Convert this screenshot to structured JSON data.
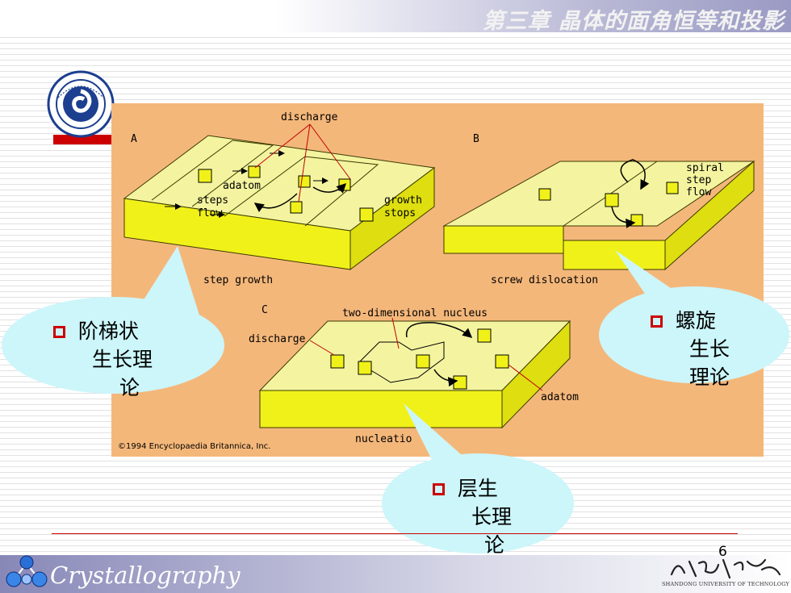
{
  "header": {
    "chapter_title": "第三章 晶体的面角恒等和投影"
  },
  "figure": {
    "panel_a": "A",
    "panel_b": "B",
    "panel_c": "C",
    "discharge_a": "discharge",
    "adatom_a": "adatom",
    "steps": "steps",
    "flow": "flow",
    "growth": "growth",
    "stops": "stops",
    "step_growth": "step growth",
    "spiral": "spiral",
    "step_b": "step",
    "flow_b": "flow",
    "screw_dislocation": "screw dislocation",
    "two_dim_nucleus": "two-dimensional nucleus",
    "discharge_c": "discharge",
    "adatom_c": "adatom",
    "nucleation": "nucleatio",
    "copyright": "©1994 Encyclopaedia Britannica, Inc."
  },
  "bubbles": {
    "left": {
      "line1": "阶梯状",
      "line2": "生长理",
      "line3": "论"
    },
    "right": {
      "line1": "螺旋",
      "line2": "生长",
      "line3": "理论"
    },
    "bottom": {
      "line1": "层生",
      "line2": "长理",
      "line3": "论"
    }
  },
  "footer": {
    "course": "Crystallography",
    "page_number": "6",
    "university": "SHANDONG UNIVERSITY OF TECHNOLOGY"
  },
  "colors": {
    "accent_red": "#cc0000",
    "bubble": "#ccf6fa",
    "figure_bg": "#f4b77a",
    "slab": "#f4f4a0"
  },
  "icons": {
    "logo": "university-seal-icon",
    "checkbox": "square-bullet-icon",
    "atoms": "atom-cluster-icon"
  }
}
